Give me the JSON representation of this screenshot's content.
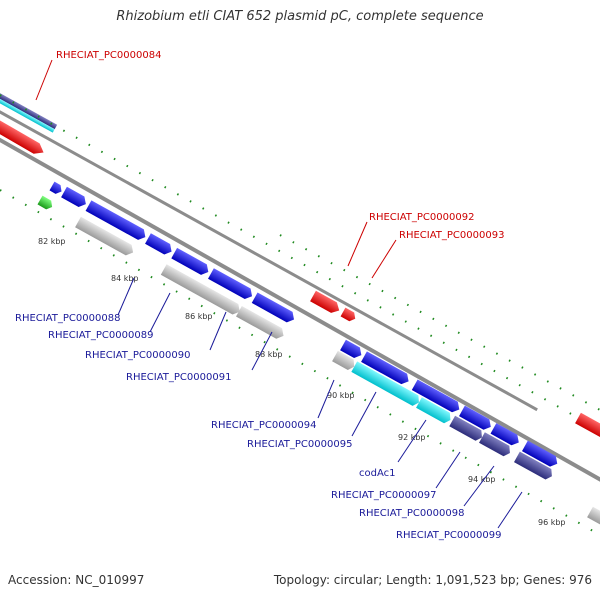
{
  "title": "Rhizobium etli CIAT 652 plasmid pC, complete sequence",
  "footer": {
    "accession": "Accession: NC_010997",
    "summary": "Topology: circular; Length: 1,091,523 bp; Genes: 976"
  },
  "colors": {
    "backbone": "#8c8c8c",
    "red": "#ff1a1a",
    "blue": "#1515ee",
    "gray": "#c4c4c4",
    "cyan": "#22e6f0",
    "navy": "#4a4a9e",
    "green": "#33cc33",
    "tick": "#1f8a1f",
    "label_red": "#cc0000",
    "label_blue": "#1a1a99"
  },
  "ticks": [
    {
      "label": "82 kbp"
    },
    {
      "label": "84 kbp"
    },
    {
      "label": "86 kbp"
    },
    {
      "label": "88 kbp"
    },
    {
      "label": "90 kbp"
    },
    {
      "label": "92 kbp"
    },
    {
      "label": "94 kbp"
    },
    {
      "label": "96 kbp"
    }
  ],
  "labels": {
    "pc84": "RHECIAT_PC0000084",
    "pc88": "RHECIAT_PC0000088",
    "pc89": "RHECIAT_PC0000089",
    "pc90": "RHECIAT_PC0000090",
    "pc91": "RHECIAT_PC0000091",
    "pc92": "RHECIAT_PC0000092",
    "pc93": "RHECIAT_PC0000093",
    "pc94": "RHECIAT_PC0000094",
    "pc95": "RHECIAT_PC0000095",
    "codAc1": "codAc1",
    "pc97": "RHECIAT_PC0000097",
    "pc98": "RHECIAT_PC0000098",
    "pc99": "RHECIAT_PC0000099"
  }
}
